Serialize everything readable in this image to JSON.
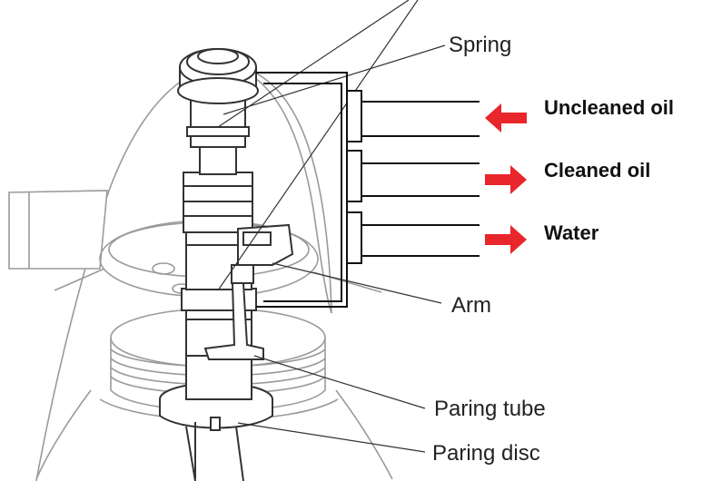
{
  "labels": {
    "spring": "Spring",
    "arm": "Arm",
    "paring_tube": "Paring tube",
    "paring_disc": "Paring disc"
  },
  "flows": [
    {
      "label": "Uncleaned oil",
      "direction": "in"
    },
    {
      "label": "Cleaned oil",
      "direction": "out"
    },
    {
      "label": "Water",
      "direction": "out"
    }
  ],
  "colors": {
    "arrow": "#e8262b",
    "line": "#111111",
    "drawing": "#9a9a9a",
    "label": "#222222"
  },
  "icons": {
    "inflow_arrow": "arrow-left-icon",
    "outflow_arrow": "arrow-right-icon"
  }
}
